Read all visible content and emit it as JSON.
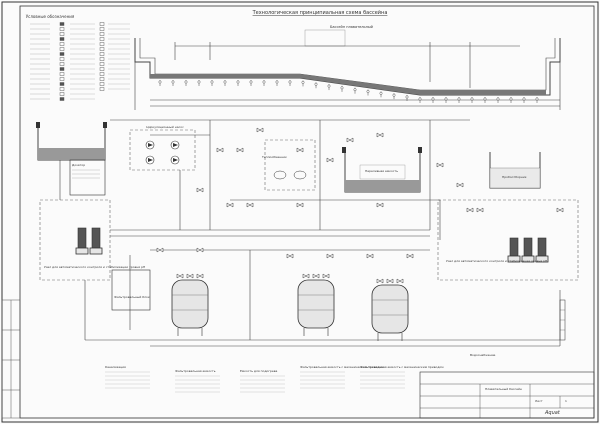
{
  "title": "Технологическая принципиальная схема бассейна",
  "legend": {
    "heading": "Условные обозначения"
  },
  "pool": {
    "label": "Бассейн плавательный"
  },
  "labels": {
    "balance_tank": "Переливная емкость",
    "filter_block": "Фильтровальный блок",
    "dosing_left": "Дозатор",
    "circ_pumps": "Циркуляционный насос",
    "heat_exchanger": "Теплообменник",
    "dosing_right_1": "Пробоотборник",
    "chem_block_left": "Узел для автоматического контроля и стабилизации уровня pH",
    "chem_block_right": "Узел для автоматического контроля и стабилизации уровня pH",
    "filter_1": "Фильтровальная емкость",
    "filter_2": "Фильтровальная емкость с механическим приводом",
    "filter_3": "Фильтровальная емкость с механическим приводом",
    "drain_note": "Канализация",
    "heater_note": "Емкость для подогрева",
    "water_supply": "Водоснабжение"
  },
  "titleblock": {
    "name": "Плавательный бассейн",
    "sheet_label": "Лист",
    "sheet": "1",
    "company": "Aquat"
  }
}
